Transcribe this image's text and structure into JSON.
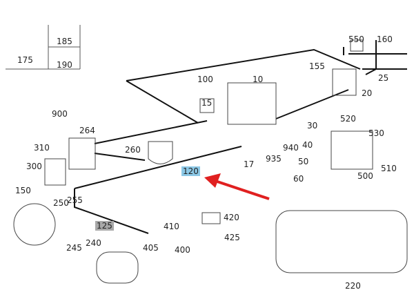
{
  "diagram": {
    "highlight_colors": {
      "selected": "#8cc8e6",
      "secondary": "#a8a8a8",
      "arrow": "#e02020"
    },
    "legend_box": {
      "labels": [
        "175",
        "185",
        "190"
      ]
    },
    "labels": {
      "p550": "550",
      "p160": "160",
      "p155": "155",
      "p25": "25",
      "p100": "100",
      "p10": "10",
      "p20": "20",
      "p15": "15",
      "p900": "900",
      "p264": "264",
      "p520": "520",
      "p530": "530",
      "p30": "30",
      "p310": "310",
      "p260": "260",
      "p40": "40",
      "p940": "940",
      "p300": "300",
      "p17": "17",
      "p935": "935",
      "p50": "50",
      "p510": "510",
      "p500": "500",
      "p120": "120",
      "p60": "60",
      "p150": "150",
      "p250": "250",
      "p255": "255",
      "p420": "420",
      "p125": "125",
      "p410": "410",
      "p425": "425",
      "p245": "245",
      "p240": "240",
      "p405": "405",
      "p400": "400",
      "p220": "220"
    }
  }
}
